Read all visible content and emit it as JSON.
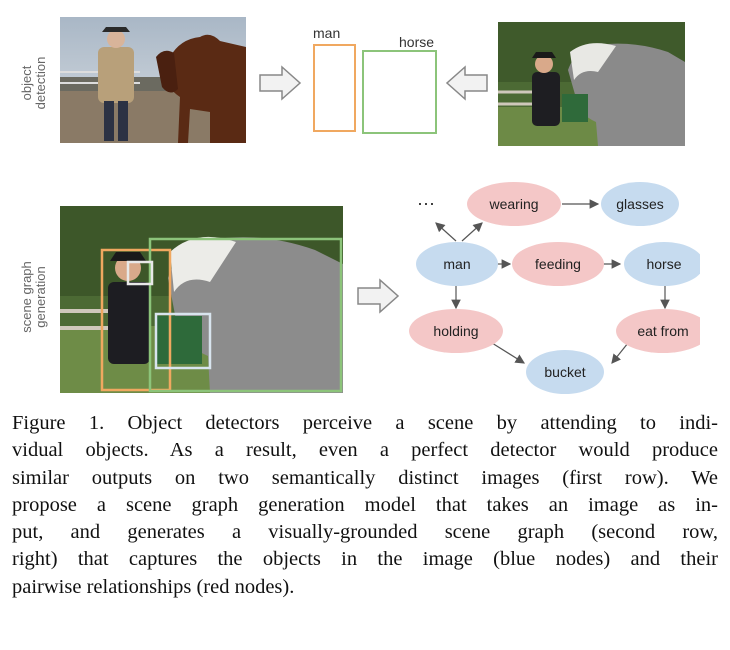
{
  "row_labels": {
    "detection": [
      "object",
      "detection"
    ],
    "sgg": [
      "scene graph",
      "generation"
    ]
  },
  "detection_boxes": [
    {
      "label": "man",
      "color": "#f0a860"
    },
    {
      "label": "horse",
      "color": "#8cc47a"
    }
  ],
  "graph": {
    "ellipsis": "···",
    "nodes": [
      {
        "id": "wearing",
        "label": "wearing",
        "kind": "relationship"
      },
      {
        "id": "glasses",
        "label": "glasses",
        "kind": "object"
      },
      {
        "id": "man",
        "label": "man",
        "kind": "object"
      },
      {
        "id": "feeding",
        "label": "feeding",
        "kind": "relationship"
      },
      {
        "id": "horse",
        "label": "horse",
        "kind": "object"
      },
      {
        "id": "holding",
        "label": "holding",
        "kind": "relationship"
      },
      {
        "id": "eat_from",
        "label": "eat from",
        "kind": "relationship"
      },
      {
        "id": "bucket",
        "label": "bucket",
        "kind": "object"
      }
    ],
    "colors": {
      "object": "#c6dbef",
      "relationship": "#f4c7c7",
      "edge": "#555555"
    }
  },
  "caption": {
    "lines": [
      "Figure 1. Object detectors perceive a scene by attending to indi-",
      "vidual objects. As a result, even a perfect detector would produce",
      "similar outputs on two semantically distinct images (first row). We",
      "propose a scene graph generation model that takes an image as in-",
      "put, and generates a visually-grounded scene graph (second row,",
      "right) that captures the objects in the image (blue nodes) and their",
      "pairwise relationships (red nodes)."
    ]
  }
}
